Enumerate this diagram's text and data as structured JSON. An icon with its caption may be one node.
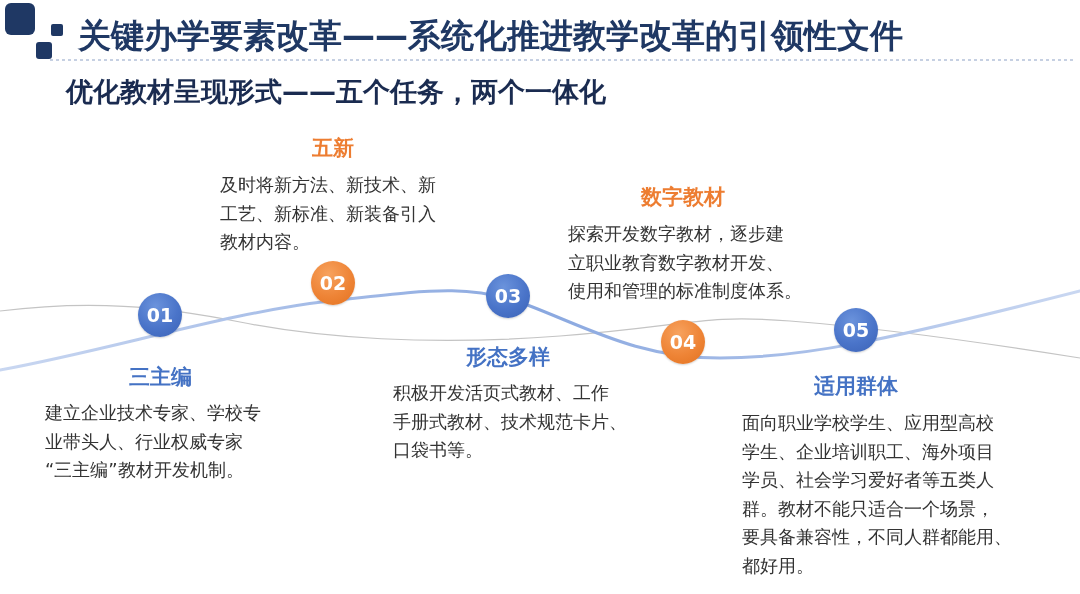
{
  "diagram": {
    "title": "关键办学要素改革——系统化推进教学改革的引领性文件",
    "nodes": [
      {
        "text": [
          "01"
        ],
        "beside": [
          "三主编",
          "建立企业技术专家、学校专业带头人、行业权威专家“三主编”教材开发机制。"
        ]
      },
      {
        "text": [
          "02"
        ],
        "beside": [
          "五新",
          "及时将新方法、新技术、新工艺、新标准、新装备引入教材内容。"
        ]
      },
      {
        "text": [
          "03"
        ],
        "beside": [
          "形态多样",
          "积极开发活页式教材、工作手册式教材、技术规范卡片、口袋书等。"
        ]
      },
      {
        "text": [
          "04"
        ],
        "beside": [
          "数字教材",
          "探索开发数字教材，逐步建立职业教育数字教材开发、使用和管理的标准制度体系。"
        ]
      },
      {
        "text": [
          "05"
        ],
        "beside": [
          "适用群体",
          "面向职业学校学生、应用型高校学生、企业培训职工、海外项目学员、社会学习爱好者等五类人群。教材不能只适合一个场景，要具备兼容性，不同人群都能用、都好用。"
        ]
      }
    ],
    "labels": [
      "优化教材呈现形式——五个任务，两个一体化"
    ]
  }
}
